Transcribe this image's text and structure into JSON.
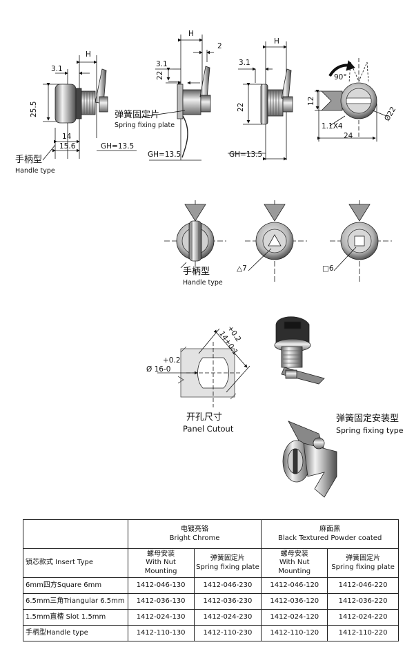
{
  "views": {
    "handle_type_side": {
      "dims": {
        "h": "H",
        "d31": "3.1",
        "d255": "25.5",
        "d14": "14",
        "d156": "15.6",
        "gh": "GH=13.5"
      },
      "label_cn": "手柄型",
      "label_en": "Handle type"
    },
    "spring_side": {
      "dims": {
        "h": "H",
        "d2": "2",
        "d31": "3.1",
        "d22": "22",
        "gh": "GH=13.5"
      },
      "label_cn": "弹簧固定片",
      "label_en": "Spring fixing plate"
    },
    "nut_side": {
      "dims": {
        "h": "H",
        "d31": "3.1",
        "d22": "22",
        "gh": "GH=13.5"
      }
    },
    "front_view": {
      "dims": {
        "angle": "90°",
        "d12": "12",
        "dia22": "Ø22",
        "chamfer": "1.1X4",
        "d24": "24"
      }
    },
    "insert_fronts": {
      "handle_cn": "手柄型",
      "handle_en": "Handle type",
      "triangle": "△7",
      "square": "□6"
    },
    "cutout": {
      "plus02_top": "+0.2",
      "width": "14+0.1",
      "plus02_left": "+0.2",
      "dia": "Ø 16-0",
      "label_cn": "开孔尺寸",
      "label_en": "Panel Cutout"
    },
    "spring_install": {
      "label_cn": "弹簧固定安装型",
      "label_en": "Spring fixing type"
    }
  },
  "table": {
    "corner": "",
    "bright_chrome_cn": "电镀亮铬",
    "bright_chrome_en": "Bright Chrome",
    "black_cn": "麻面黑",
    "black_en": "Black Textured Powder coated",
    "insert_type": "锁芯款式 Insert Type",
    "nut_cn": "螺母安装",
    "nut_en": "With Nut Mounting",
    "spring_cn": "弹簧固定片",
    "spring_en": "Spring fixing plate",
    "rows": [
      {
        "type": "6mm四方Square 6mm",
        "c1": "1412-046-130",
        "c2": "1412-046-230",
        "c3": "1412-046-120",
        "c4": "1412-046-220"
      },
      {
        "type": "6.5mm三角Triangular 6.5mm",
        "c1": "1412-036-130",
        "c2": "1412-036-230",
        "c3": "1412-036-120",
        "c4": "1412-036-220"
      },
      {
        "type": "1.5mm直槽 Slot 1.5mm",
        "c1": "1412-024-130",
        "c2": "1412-024-230",
        "c3": "1412-024-120",
        "c4": "1412-024-220"
      },
      {
        "type": "手柄型Handle type",
        "c1": "1412-110-130",
        "c2": "1412-110-230",
        "c3": "1412-110-120",
        "c4": "1412-110-220"
      }
    ]
  }
}
